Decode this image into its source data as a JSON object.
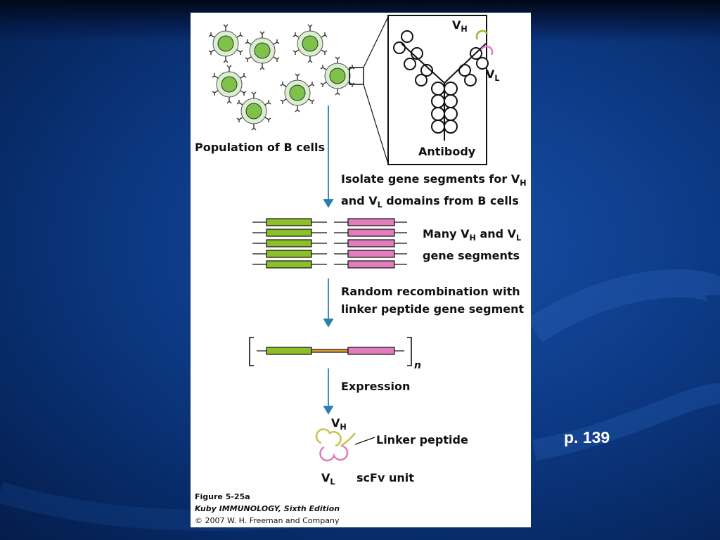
{
  "figure": {
    "population_label": "Population of B cells",
    "antibody_label": "Antibody",
    "vh": "V",
    "vh_sub": "H",
    "vl": "V",
    "vl_sub": "L",
    "step1_line1_pre": "Isolate gene segments for V",
    "step1_line1_sub": "H",
    "step1_line2_pre": "and V",
    "step1_line2_sub": "L",
    "step1_line2_post": " domains from B cells",
    "segments_pre": "Many V",
    "segments_sub1": "H",
    "segments_mid": " and V",
    "segments_sub2": "L",
    "segments_line2": "gene segments",
    "step2_line1": "Random recombination with",
    "step2_line2": "linker peptide gene segment",
    "repeat_n": "n",
    "step3": "Expression",
    "linker_label": "Linker peptide",
    "scfv_label": "scFv unit",
    "caption_fig": "Figure 5-25a",
    "caption_book": "Kuby IMMUNOLOGY, Sixth Edition",
    "caption_copy": "© 2007 W. H. Freeman and Company"
  },
  "colors": {
    "vh_green": "#8cbf2a",
    "vl_pink": "#e17cbd",
    "linker_orange": "#e0a030",
    "arrow_blue": "#2a7fb0",
    "cell_green": "#7fc24a"
  },
  "page_ref": "p. 139"
}
